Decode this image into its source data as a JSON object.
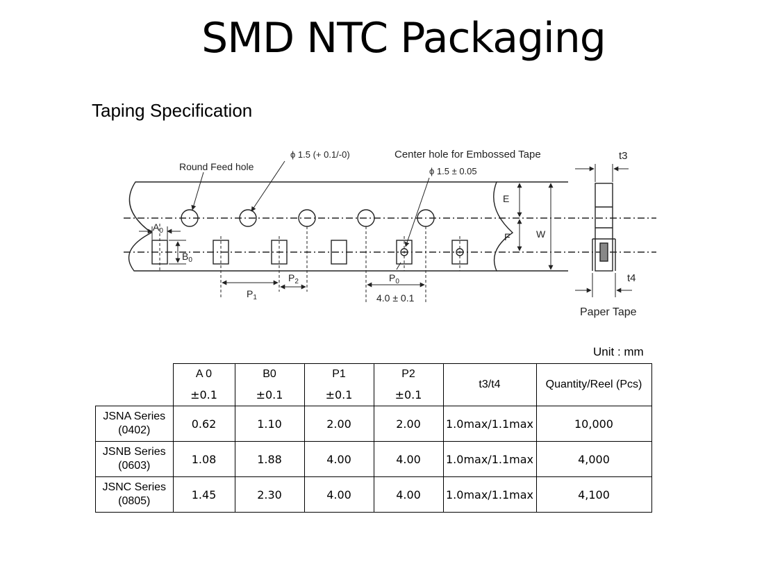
{
  "page": {
    "title": "SMD NTC Packaging",
    "subtitle": "Taping Specification"
  },
  "diagram": {
    "round_feed_hole": "Round Feed hole",
    "feed_hole_dia": "ϕ 1.5 (+ 0.1/-0)",
    "center_hole_label": "Center hole for Embossed Tape",
    "center_hole_dia": "ϕ 1.5 ±  0.05",
    "a0": "A",
    "a0_sub": "0",
    "b0": "B",
    "b0_sub": "0",
    "p1": "P",
    "p1_sub": "1",
    "p2": "P",
    "p2_sub": "2",
    "p0": "P",
    "p0_sub": "0",
    "p0_value": "4.0 ± 0.1",
    "e": "E",
    "f": "F",
    "w": "W",
    "t3": "t3",
    "t4": "t4",
    "paper_tape": "Paper Tape"
  },
  "unit": "Unit : mm",
  "table": {
    "headers": [
      {
        "top": "A 0",
        "bottom": "±0.1"
      },
      {
        "top": "B0",
        "bottom": "±0.1"
      },
      {
        "top": "P1",
        "bottom": "±0.1"
      },
      {
        "top": "P2",
        "bottom": "±0.1"
      },
      {
        "single": "t3/t4"
      },
      {
        "single": "Quantity/Reel (Pcs)"
      }
    ],
    "rows": [
      {
        "series": "JSNA Series",
        "size": "(0402)",
        "a0": "0.62",
        "b0": "1.10",
        "p1": "2.00",
        "p2": "2.00",
        "t": "1.0max/1.1max",
        "qty": "10,000"
      },
      {
        "series": "JSNB Series",
        "size": "(0603)",
        "a0": "1.08",
        "b0": "1.88",
        "p1": "4.00",
        "p2": "4.00",
        "t": "1.0max/1.1max",
        "qty": "4,000"
      },
      {
        "series": "JSNC Series",
        "size": "(0805)",
        "a0": "1.45",
        "b0": "2.30",
        "p1": "4.00",
        "p2": "4.00",
        "t": "1.0max/1.1max",
        "qty": "4,100"
      }
    ]
  }
}
